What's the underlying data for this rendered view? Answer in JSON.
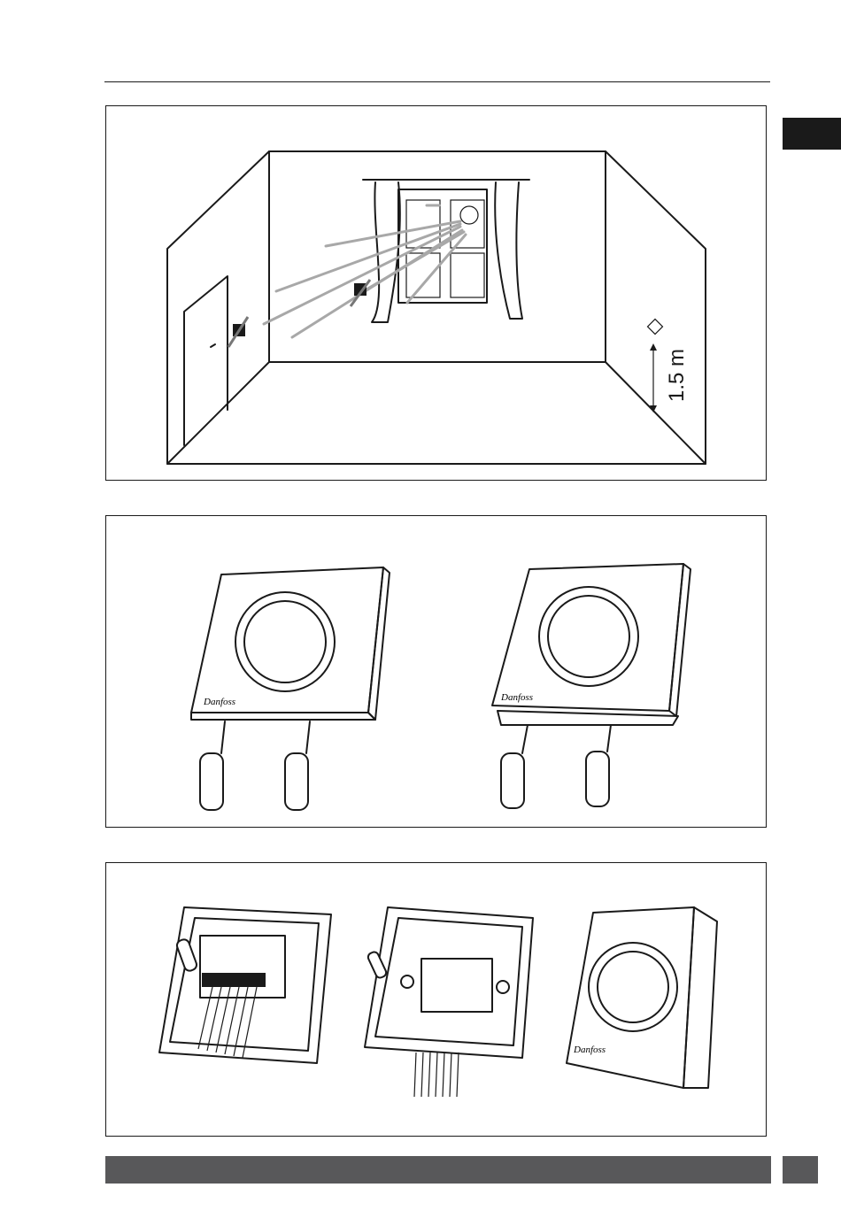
{
  "header": {
    "rule": true
  },
  "language_tab": {
    "color": "#1a1a1a"
  },
  "figure1": {
    "height_label": "1.5 m",
    "sun_icon": "sun-icon",
    "thermostat_icon": "wall-thermostat-icon"
  },
  "figure2": {
    "brand_left": "Danfoss",
    "brand_right": "Danfoss"
  },
  "figure3": {
    "brand": "Danfoss"
  },
  "footer": {
    "bar_color": "#58585a"
  }
}
